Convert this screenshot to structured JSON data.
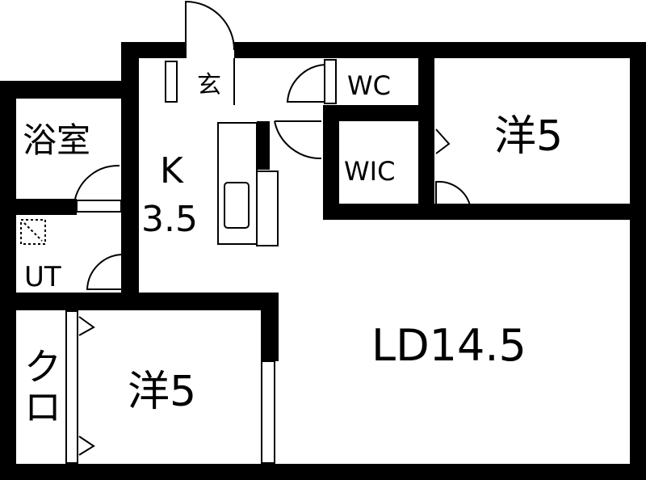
{
  "plan": {
    "wall_color": "#000000",
    "background": "#ffffff",
    "rooms": {
      "bath": "浴室",
      "kitchen_name": "K",
      "kitchen_size": "3.5",
      "entrance": "玄",
      "wc": "WC",
      "wic": "WIC",
      "bedroom_ne": "洋5",
      "utility": "UT",
      "closet_line1": "ク",
      "closet_line2": "ロ",
      "bedroom_sw": "洋5",
      "living_dining": "LD14.5"
    }
  }
}
